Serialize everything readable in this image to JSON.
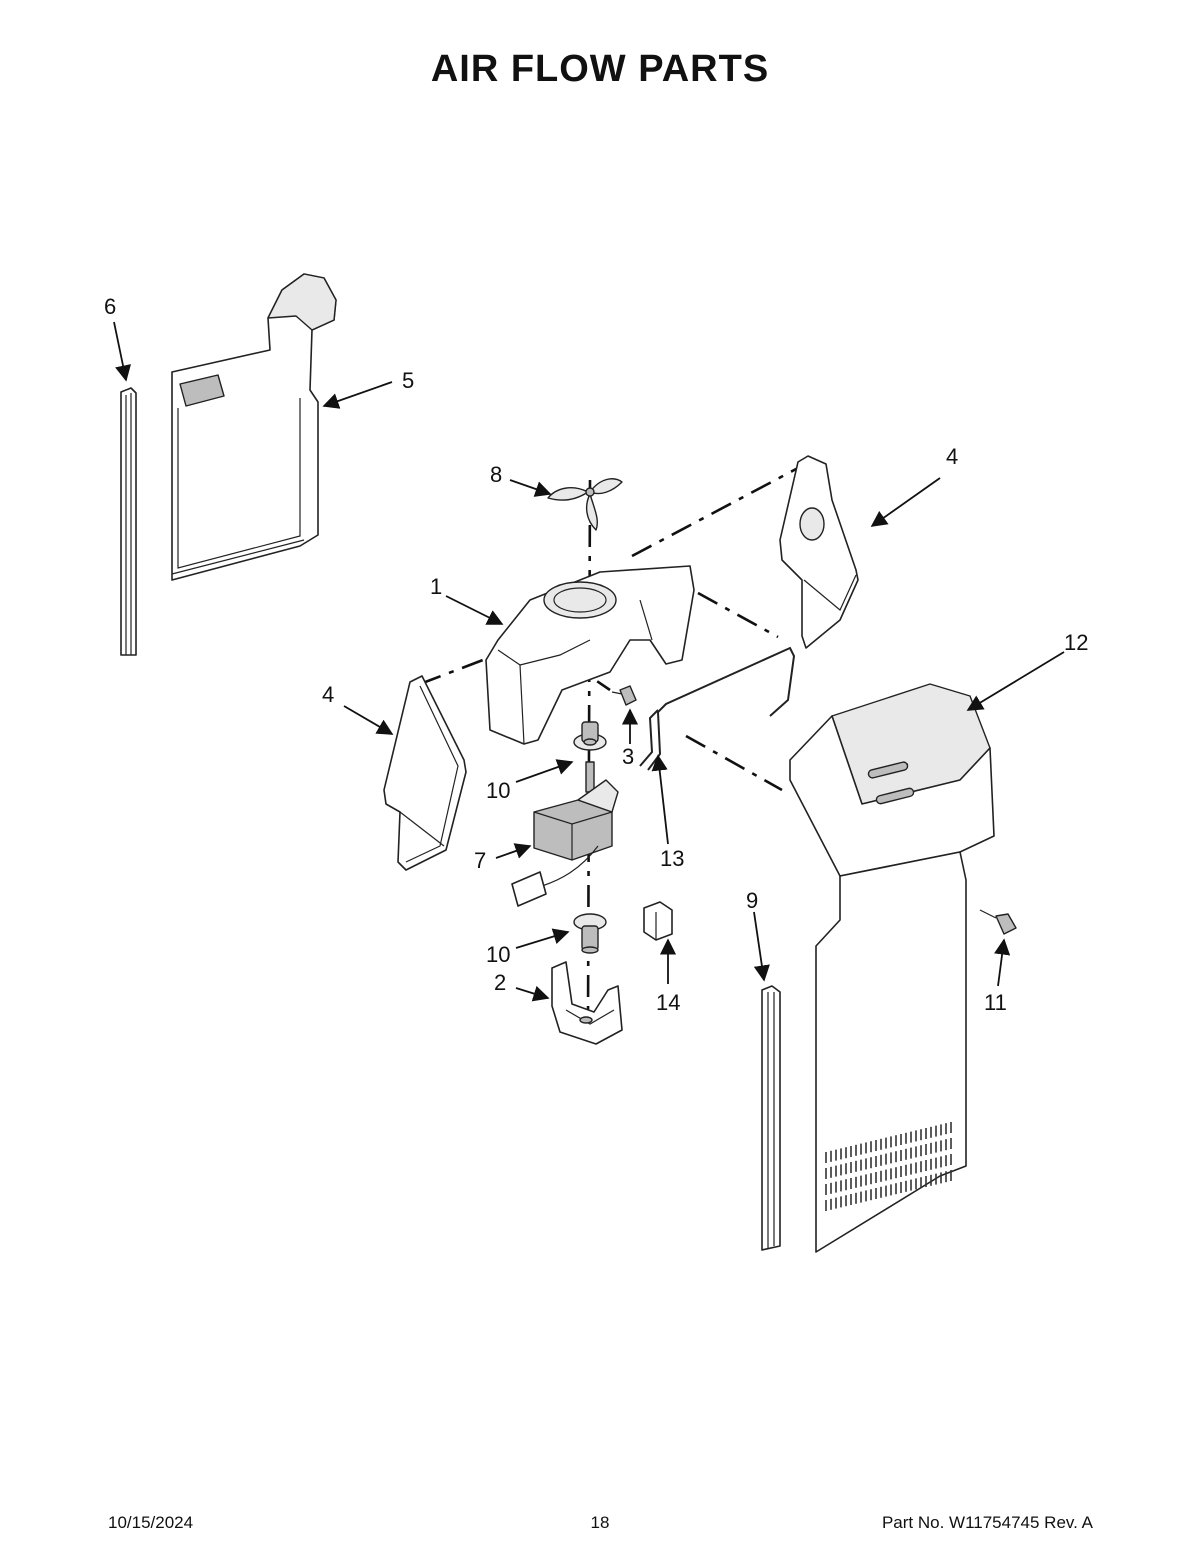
{
  "title": "AIR FLOW PARTS",
  "callouts": {
    "c1": "1",
    "c2": "2",
    "c3": "3",
    "c4a": "4",
    "c4b": "4",
    "c5": "5",
    "c6": "6",
    "c7": "7",
    "c8": "8",
    "c9": "9",
    "c10a": "10",
    "c10b": "10",
    "c11": "11",
    "c12": "12",
    "c13": "13",
    "c14": "14"
  },
  "footer": {
    "date": "10/15/2024",
    "page": "18",
    "part_no": "Part No.  W11754745  Rev.  A"
  }
}
